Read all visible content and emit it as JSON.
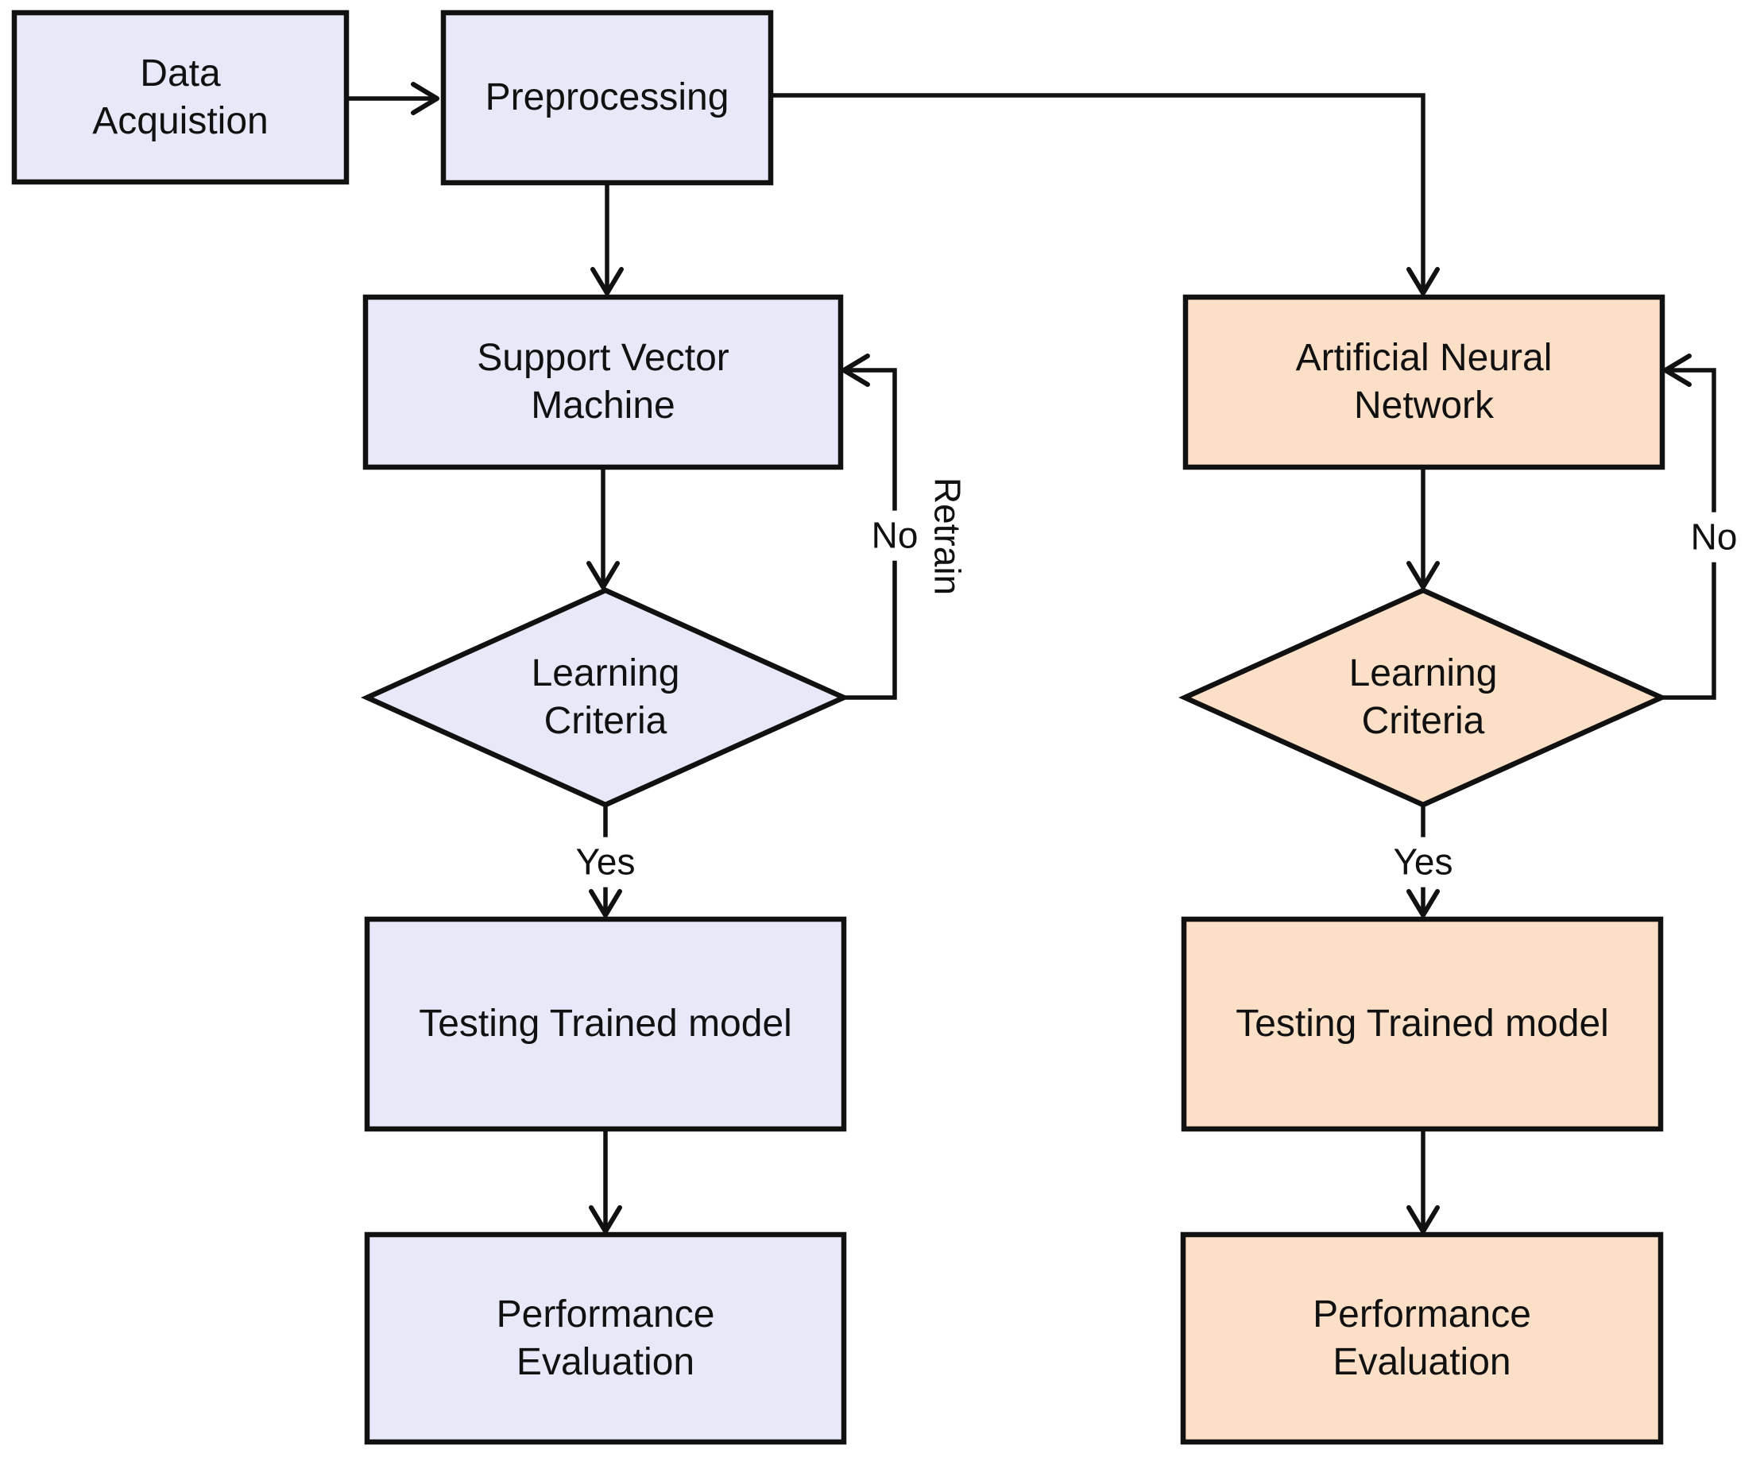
{
  "colors": {
    "background": "#ffffff",
    "stroke": "#111111",
    "text": "#111111",
    "svm_branch_fill": "#e8e9f8",
    "ann_branch_fill": "#fcdfc7"
  },
  "nodes": {
    "data_acquisition": {
      "label": "Data\nAcquistion",
      "shape": "rect",
      "branch": "shared"
    },
    "preprocessing": {
      "label": "Preprocessing",
      "shape": "rect",
      "branch": "shared"
    },
    "svm": {
      "label": "Support Vector\nMachine",
      "shape": "rect",
      "branch": "svm"
    },
    "svm_criteria": {
      "label": "Learning\nCriteria",
      "shape": "diamond",
      "branch": "svm"
    },
    "svm_testing": {
      "label": "Testing Trained model",
      "shape": "rect",
      "branch": "svm"
    },
    "svm_performance": {
      "label": "Performance\nEvaluation",
      "shape": "rect",
      "branch": "svm"
    },
    "ann": {
      "label": "Artificial Neural\nNetwork",
      "shape": "rect",
      "branch": "ann"
    },
    "ann_criteria": {
      "label": "Learning\nCriteria",
      "shape": "diamond",
      "branch": "ann"
    },
    "ann_testing": {
      "label": "Testing Trained model",
      "shape": "rect",
      "branch": "ann"
    },
    "ann_performance": {
      "label": "Performance\nEvaluation",
      "shape": "rect",
      "branch": "ann"
    }
  },
  "edge_labels": {
    "svm_yes": "Yes",
    "svm_no": "No",
    "svm_retrain": "Retrain",
    "ann_yes": "Yes",
    "ann_no": "No"
  },
  "edges": [
    {
      "from": "data_acquisition",
      "to": "preprocessing",
      "label": ""
    },
    {
      "from": "preprocessing",
      "to": "svm",
      "label": ""
    },
    {
      "from": "preprocessing",
      "to": "ann",
      "label": ""
    },
    {
      "from": "svm",
      "to": "svm_criteria",
      "label": ""
    },
    {
      "from": "svm_criteria",
      "to": "svm_testing",
      "label": "Yes"
    },
    {
      "from": "svm_criteria",
      "to": "svm",
      "label": "No / Retrain"
    },
    {
      "from": "svm_testing",
      "to": "svm_performance",
      "label": ""
    },
    {
      "from": "ann",
      "to": "ann_criteria",
      "label": ""
    },
    {
      "from": "ann_criteria",
      "to": "ann_testing",
      "label": "Yes"
    },
    {
      "from": "ann_criteria",
      "to": "ann",
      "label": "No"
    },
    {
      "from": "ann_testing",
      "to": "ann_performance",
      "label": ""
    }
  ]
}
